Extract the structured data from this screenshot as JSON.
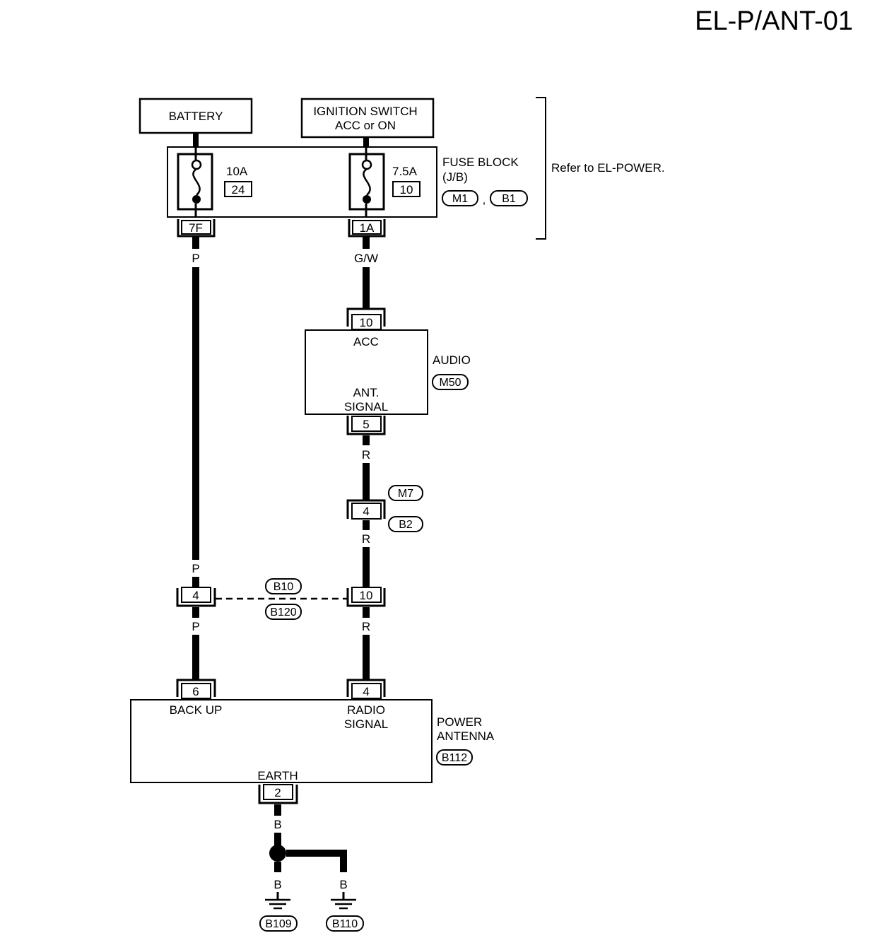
{
  "page_code": "EL-P/ANT-01",
  "battery": {
    "label": "BATTERY"
  },
  "ignition_switch": {
    "line1": "IGNITION SWITCH",
    "line2": "ACC or ON"
  },
  "fuse_block": {
    "line1": "FUSE BLOCK",
    "line2": "(J/B)",
    "connectors": [
      "M1",
      "B1"
    ],
    "separator": ",",
    "fuses": [
      {
        "amps": "10A",
        "number": "24",
        "terminal": "7F",
        "wire_color": "P"
      },
      {
        "amps": "7.5A",
        "number": "10",
        "terminal": "1A",
        "wire_color": "G/W"
      }
    ]
  },
  "refer_note": "Refer to EL-POWER.",
  "audio": {
    "name": "AUDIO",
    "connector": "M50",
    "acc_label": "ACC",
    "acc_terminal": "10",
    "ant_line1": "ANT.",
    "ant_line2": "SIGNAL",
    "ant_terminal": "5",
    "ant_wire_color": "R"
  },
  "joint_m7_b2": {
    "terminal": "4",
    "connector_top": "M7",
    "connector_bottom": "B2",
    "wire_color_below": "R"
  },
  "joint_b10_b120": {
    "connector_top": "B10",
    "connector_bottom": "B120",
    "left_terminal": "4",
    "right_terminal": "10",
    "left_wire_above": "P",
    "left_wire_below": "P",
    "right_wire_below": "R"
  },
  "power_antenna": {
    "line1": "POWER",
    "line2": "ANTENNA",
    "connector": "B112",
    "backup_label": "BACK UP",
    "backup_terminal": "6",
    "radio_line1": "RADIO",
    "radio_line2": "SIGNAL",
    "radio_terminal": "4",
    "earth_label": "EARTH",
    "earth_terminal": "2",
    "earth_wire_color": "B"
  },
  "grounds": [
    {
      "connector": "B109",
      "wire_color": "B"
    },
    {
      "connector": "B110",
      "wire_color": "B"
    }
  ]
}
